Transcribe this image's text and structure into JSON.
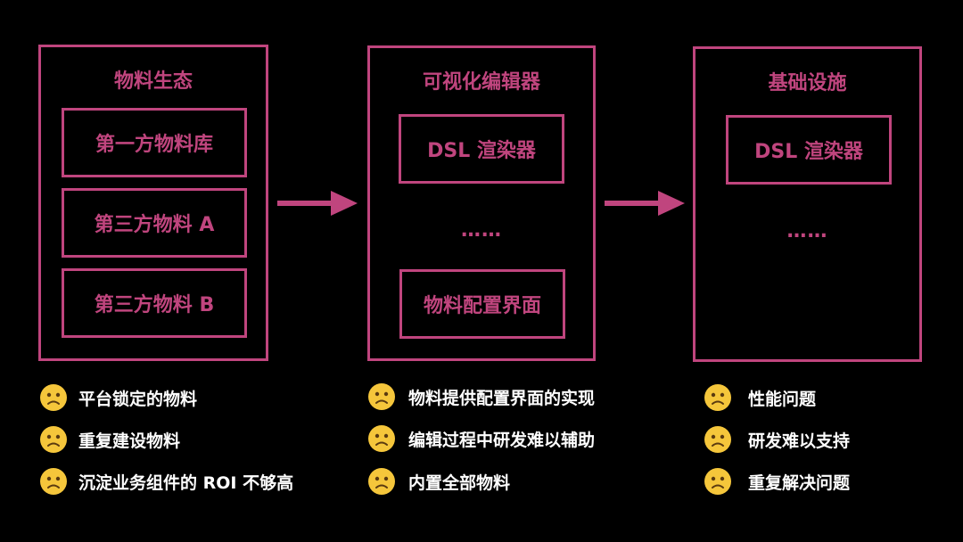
{
  "colors": {
    "background": "#000000",
    "accent": "#c0457e",
    "note_text": "#ffffff",
    "emoji_face": "#f5c63b"
  },
  "panels": [
    {
      "title": "物料生态",
      "boxes": [
        "第一方物料库",
        "第三方物料 A",
        "第三方物料 B"
      ]
    },
    {
      "title": "可视化编辑器",
      "boxes": [
        "DSL 渲染器",
        "物料配置界面"
      ],
      "ellipsis": "……"
    },
    {
      "title": "基础设施",
      "boxes": [
        "DSL 渲染器"
      ],
      "ellipsis": "……"
    }
  ],
  "notes": [
    [
      "平台锁定的物料",
      "重复建设物料",
      "沉淀业务组件的 ROI 不够高"
    ],
    [
      "物料提供配置界面的实现",
      "编辑过程中研发难以辅助",
      "内置全部物料"
    ],
    [
      "性能问题",
      "研发难以支持",
      "重复解决问题"
    ]
  ],
  "icons": {
    "arrow": "arrow-right-icon",
    "frown": "frowning-face-icon"
  }
}
